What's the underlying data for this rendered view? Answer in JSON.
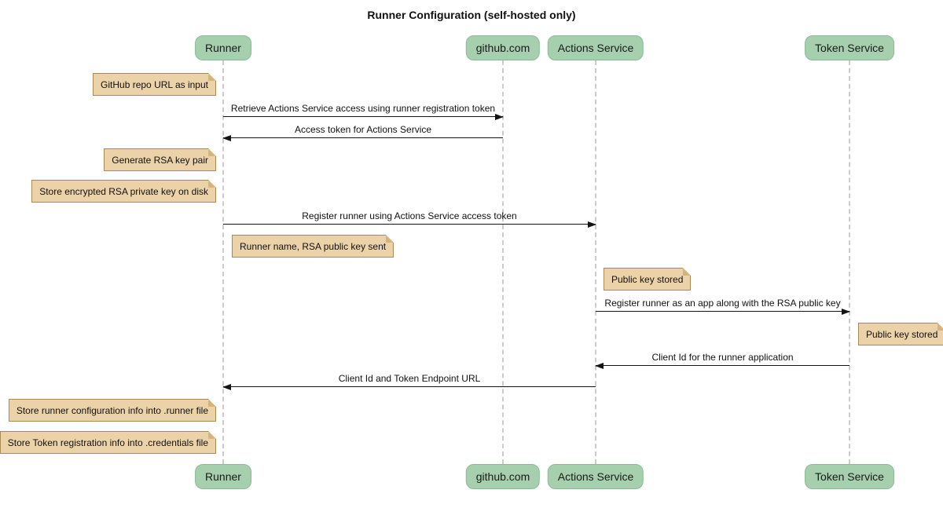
{
  "diagram": {
    "type": "sequence",
    "title": "Runner Configuration (self-hosted only)",
    "participants": [
      {
        "label": "Runner"
      },
      {
        "label": "github.com"
      },
      {
        "label": "Actions Service"
      },
      {
        "label": "Token Service"
      }
    ],
    "messages": [
      {
        "from": "Runner",
        "to": "github.com",
        "label": "Retrieve Actions Service access using runner registration token"
      },
      {
        "from": "github.com",
        "to": "Runner",
        "label": "Access token for Actions Service"
      },
      {
        "from": "Runner",
        "to": "Actions Service",
        "label": "Register runner using Actions Service access token"
      },
      {
        "from": "Actions Service",
        "to": "Token Service",
        "label": "Register runner as an app along with the RSA public key"
      },
      {
        "from": "Token Service",
        "to": "Actions Service",
        "label": "Client Id for the runner application"
      },
      {
        "from": "Actions Service",
        "to": "Runner",
        "label": "Client Id and Token Endpoint URL"
      }
    ],
    "notes": [
      {
        "text": "GitHub repo URL as input",
        "position": "left of Runner"
      },
      {
        "text": "Generate RSA key pair",
        "position": "left of Runner"
      },
      {
        "text": "Store encrypted RSA private key on disk",
        "position": "left of Runner"
      },
      {
        "text": "Runner name, RSA public key sent",
        "position": "right of Runner"
      },
      {
        "text": "Public key stored",
        "position": "right of Actions Service"
      },
      {
        "text": "Public key stored",
        "position": "right of Token Service"
      },
      {
        "text": "Store runner configuration info into .runner file",
        "position": "left of Runner"
      },
      {
        "text": "Store Token registration info into .credentials file",
        "position": "left of Runner"
      }
    ],
    "colors": {
      "participant_fill": "#a6cfae",
      "participant_border": "#8abb96",
      "note_fill": "#ecd2a9",
      "note_border": "#aa8a54",
      "note_fold": "#d6b27c",
      "lifeline": "#cccccc",
      "arrow": "#141414",
      "background": "#ffffff"
    }
  }
}
